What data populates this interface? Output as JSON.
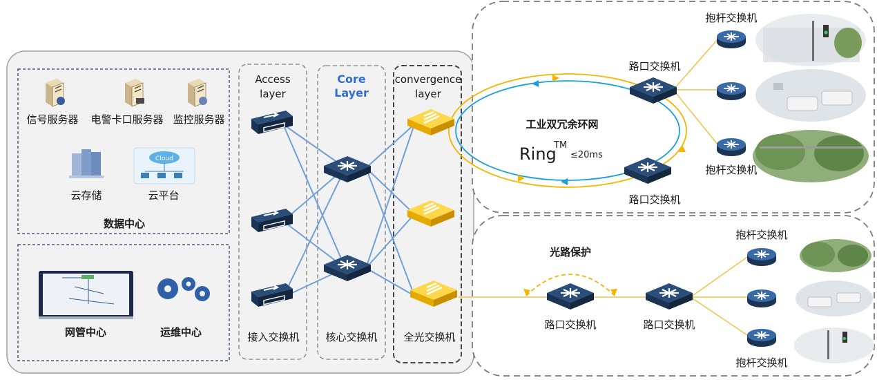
{
  "data_center": {
    "title": "数据中心",
    "signal_server": "信号服务器",
    "police_checkpoint_server": "电警卡口服务器",
    "monitor_server": "监控服务器",
    "cloud_storage": "云存储",
    "cloud_platform": "云平台",
    "cloud_badge": "Cloud"
  },
  "ops": {
    "nms_center": "网管中心",
    "om_center": "运维中心"
  },
  "layers": {
    "access_title_1": "Access",
    "access_title_2": "layer",
    "core_title_1": "Core",
    "core_title_2": "Layer",
    "convergence_title_1": "convergence",
    "convergence_title_2": "layer",
    "access_switch": "接入交换机",
    "core_switch": "核心交换机",
    "optical_switch": "全光交换机"
  },
  "ring": {
    "title": "工业双冗余环网",
    "ring_word": "Ring",
    "tm": "TM",
    "time": "≤20ms",
    "intersection_switch_top": "路口交换机",
    "intersection_switch_bottom": "路口交换机",
    "pole_switch_top": "抱杆交换机",
    "pole_switch_bottom": "抱杆交换机"
  },
  "lower": {
    "protection": "光路保护",
    "intersection_switch_left": "路口交换机",
    "intersection_switch_right": "路口交换机",
    "pole_switch_top": "抱杆交换机",
    "pole_switch_bottom": "抱杆交换机"
  },
  "colors": {
    "switch_dark": "#1f3a5f",
    "link_blue": "#5b8fc9",
    "ring_blue": "#1aa0d8",
    "ring_orange": "#f5b400",
    "optical_yellow": "#f6c300"
  }
}
